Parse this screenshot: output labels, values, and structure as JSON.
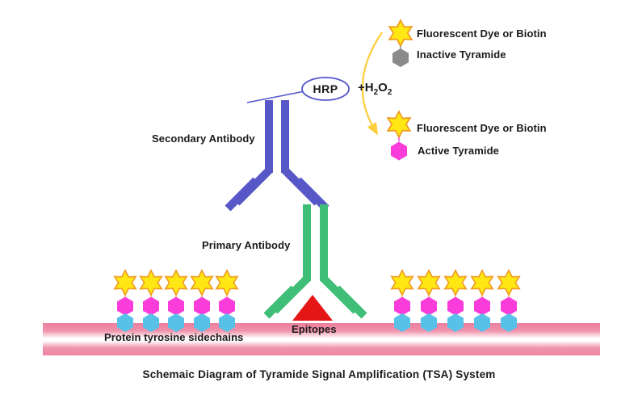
{
  "diagram": {
    "caption": "Schemaic Diagram of Tyramide Signal Amplification (TSA) System",
    "labels": {
      "secondary_antibody": "Secondary Antibody",
      "primary_antibody": "Primary Antibody",
      "hrp": "HRP",
      "epitopes": "Epitopes",
      "protein_tyrosine_sidechains": "Protein tyrosine sidechains",
      "fluorescent_dye_or_biotin": "Fluorescent Dye or Biotin",
      "inactive_tyramide": "Inactive Tyramide",
      "active_tyramide": "Active Tyramide"
    },
    "reaction": {
      "plus_h": "+H",
      "sub_a": "2",
      "o": "O",
      "sub_b": "2"
    },
    "colors": {
      "star_fill": "#FFE713",
      "star_stroke": "#F19A20",
      "inactive_hexagon": "#8A8A8A",
      "active_hexagon": "#FA3CDA",
      "tyrosine_hexagon": "#57C1E8",
      "secondary_antibody": "#5757C8",
      "primary_antibody": "#3EBE76",
      "epitope_red": "#E51616",
      "membrane_pink": "#EC84A2",
      "hrp_outline": "#5555CC",
      "arrow_yellow": "#FCCE3C",
      "text": "#1A1A1A"
    },
    "membrane_units": {
      "left_x": [
        155,
        187,
        218,
        250,
        281
      ],
      "right_x": [
        498,
        531,
        564,
        597,
        630
      ]
    }
  }
}
